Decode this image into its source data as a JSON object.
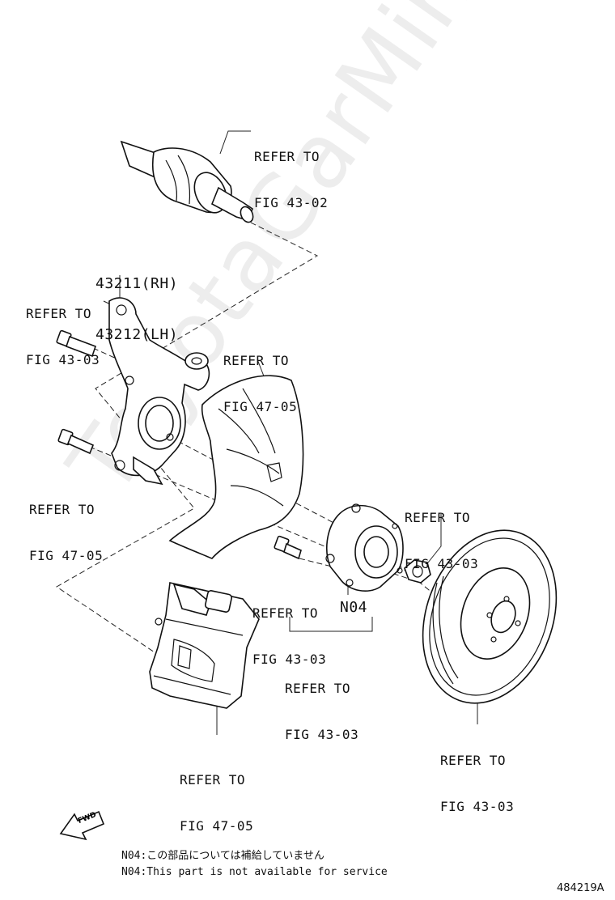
{
  "watermark": "ToyotaGarMine.ru",
  "part_numbers": {
    "knuckle_rh": "43211(RH)",
    "knuckle_lh": "43212(LH)",
    "hub": "N04"
  },
  "callouts": {
    "drive_shaft": [
      "REFER TO",
      "FIG 43-02"
    ],
    "knuckle_bolt": [
      "REFER TO",
      "FIG 43-03"
    ],
    "dust_cover": [
      "REFER TO",
      "FIG 47-05"
    ],
    "lower_bolt": [
      "REFER TO",
      "FIG 47-05"
    ],
    "hub_nut": [
      "REFER TO",
      "FIG 43-03"
    ],
    "hub_bolt": [
      "REFER TO",
      "FIG 43-03"
    ],
    "hub_assembly": [
      "REFER TO",
      "FIG 43-03"
    ],
    "caliper": [
      "REFER TO",
      "FIG 47-05"
    ],
    "disc": [
      "REFER TO",
      "FIG 43-03"
    ]
  },
  "fwd_label": "FWD",
  "notes": {
    "jp": "N04:この部品については補給していません",
    "en": "N04:This part is not available for service"
  },
  "diagram_code": "484219A"
}
